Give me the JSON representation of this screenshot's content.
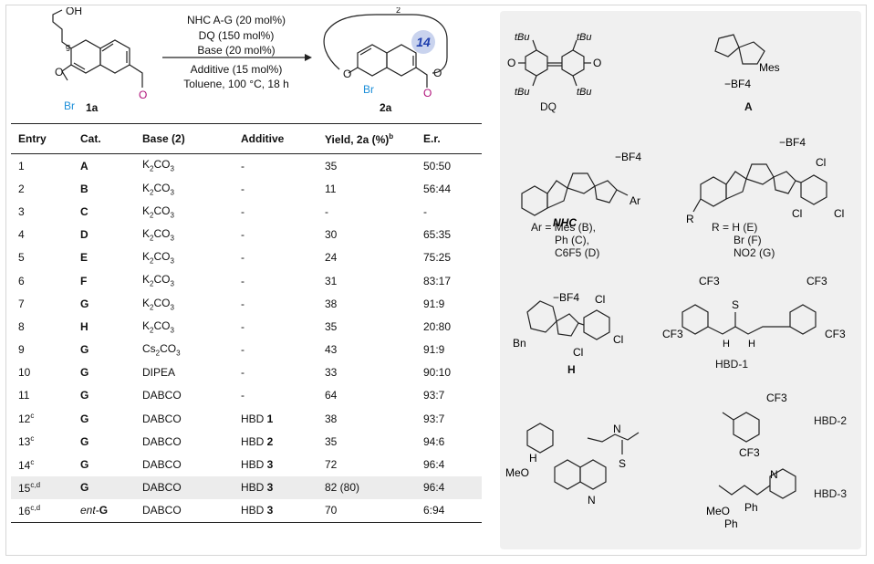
{
  "scheme": {
    "conditions": {
      "line1": "NHC A-G (20 mol%)",
      "line2": "DQ (150 mol%)",
      "line3": "Base (20 mol%)",
      "line4": "Additive (15 mol%)",
      "line5": "Toluene, 100 °C, 18 h"
    },
    "substrate": {
      "label": "1a",
      "oh": "OH",
      "br": "Br",
      "o": "O",
      "g": "g"
    },
    "product": {
      "label": "2a",
      "ring_size": "14",
      "br": "Br",
      "o": "O",
      "chain": "2"
    }
  },
  "table": {
    "headers": {
      "entry": "Entry",
      "cat": "Cat.",
      "base": "Base (2)",
      "additive": "Additive",
      "yield": "Yield, 2a (%)",
      "yield_sup": "b",
      "er": "E.r."
    },
    "rows": [
      {
        "entry": "1",
        "cat": "A",
        "base": "K2CO3",
        "additive": "-",
        "yield": "35",
        "er": "50:50"
      },
      {
        "entry": "2",
        "cat": "B",
        "base": "K2CO3",
        "additive": "-",
        "yield": "11",
        "er": "56:44"
      },
      {
        "entry": "3",
        "cat": "C",
        "base": "K2CO3",
        "additive": "-",
        "yield": "-",
        "er": "-"
      },
      {
        "entry": "4",
        "cat": "D",
        "base": "K2CO3",
        "additive": "-",
        "yield": "30",
        "er": "65:35"
      },
      {
        "entry": "5",
        "cat": "E",
        "base": "K2CO3",
        "additive": "-",
        "yield": "24",
        "er": "75:25"
      },
      {
        "entry": "6",
        "cat": "F",
        "base": "K2CO3",
        "additive": "-",
        "yield": "31",
        "er": "83:17"
      },
      {
        "entry": "7",
        "cat": "G",
        "base": "K2CO3",
        "additive": "-",
        "yield": "38",
        "er": "91:9"
      },
      {
        "entry": "8",
        "cat": "H",
        "base": "K2CO3",
        "additive": "-",
        "yield": "35",
        "er": "20:80"
      },
      {
        "entry": "9",
        "cat": "G",
        "base": "Cs2CO3",
        "additive": "-",
        "yield": "43",
        "er": "91:9"
      },
      {
        "entry": "10",
        "cat": "G",
        "base": "DIPEA",
        "additive": "-",
        "yield": "33",
        "er": "90:10"
      },
      {
        "entry": "11",
        "cat": "G",
        "base": "DABCO",
        "additive": "-",
        "yield": "64",
        "er": "93:7"
      },
      {
        "entry": "12",
        "entry_sup": "c",
        "cat": "G",
        "base": "DABCO",
        "additive": "HBD 1",
        "yield": "38",
        "er": "93:7"
      },
      {
        "entry": "13",
        "entry_sup": "c",
        "cat": "G",
        "base": "DABCO",
        "additive": "HBD 2",
        "yield": "35",
        "er": "94:6"
      },
      {
        "entry": "14",
        "entry_sup": "c",
        "cat": "G",
        "base": "DABCO",
        "additive": "HBD 3",
        "yield": "72",
        "er": "96:4"
      },
      {
        "entry": "15",
        "entry_sup": "c,d",
        "cat": "G",
        "base": "DABCO",
        "additive": "HBD 3",
        "yield": "82 (80)",
        "er": "96:4",
        "highlight": true
      },
      {
        "entry": "16",
        "entry_sup": "c,d",
        "cat": "ent-G",
        "base": "DABCO",
        "additive": "HBD 3",
        "yield": "70",
        "er": "6:94"
      }
    ]
  },
  "structures": {
    "dq": {
      "label": "DQ",
      "tbu": "tBu",
      "o": "O"
    },
    "a": {
      "label": "A",
      "mes": "Mes",
      "counter": "−BF4"
    },
    "nhc": {
      "label": "NHC",
      "ar": "Ar",
      "counter": "−BF4",
      "legend": [
        "Ar = Mes (B),",
        "Ph (C),",
        "C6F5 (D)"
      ]
    },
    "efg": {
      "r": "R",
      "cl": "Cl",
      "counter": "−BF4",
      "legend": [
        "R = H (E)",
        "Br (F)",
        "NO2 (G)"
      ]
    },
    "h": {
      "label": "H",
      "bn": "Bn",
      "cl": "Cl",
      "counter": "−BF4"
    },
    "hbd1": {
      "label": "HBD-1",
      "cf3": "CF3",
      "s": "S",
      "nh": "H"
    },
    "hbd2": {
      "label": "HBD-2",
      "cf3": "CF3"
    },
    "hbd3": {
      "label": "HBD-3",
      "meo": "MeO",
      "ph": "Ph",
      "n": "N"
    },
    "thiourea": {
      "n": "N",
      "h": "H",
      "s": "S",
      "meo": "MeO"
    }
  }
}
